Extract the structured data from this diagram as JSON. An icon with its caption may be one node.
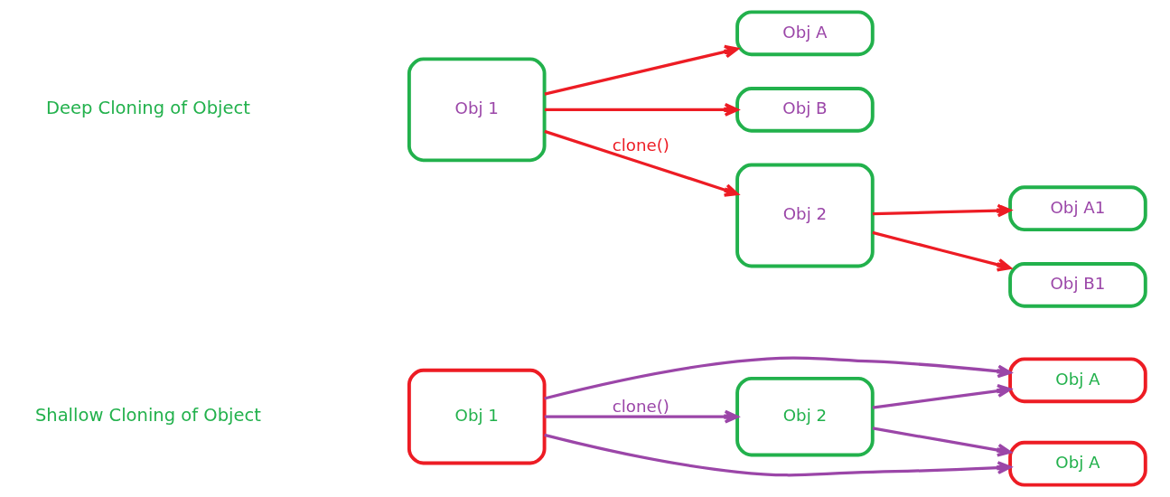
{
  "diagram": {
    "nodes": [
      {
        "text": [
          "Obj 1"
        ]
      },
      {
        "text": [
          "Obj A"
        ]
      },
      {
        "text": [
          "Obj A"
        ]
      },
      {
        "text": [
          "Obj 2"
        ]
      },
      {
        "text": [
          "Obj 1"
        ]
      },
      {
        "text": [
          "Obj A"
        ]
      },
      {
        "text": [
          "Obj B"
        ]
      },
      {
        "text": [
          "Obj 2"
        ]
      },
      {
        "text": [
          "Obj A1"
        ]
      },
      {
        "text": [
          "Obj B1"
        ]
      }
    ],
    "edges": [
      {
        "from": 0,
        "to": 1,
        "arrow": "to",
        "color": "#9b46a8"
      },
      {
        "from": 0,
        "to": 3,
        "arrow": "to",
        "label": "clone()",
        "color": "#9b46a8"
      },
      {
        "from": 0,
        "to": 2,
        "arrow": "to",
        "color": "#9b46a8"
      },
      {
        "from": 3,
        "to": 1,
        "arrow": "to",
        "color": "#9b46a8"
      },
      {
        "from": 3,
        "to": 2,
        "arrow": "to",
        "color": "#9b46a8"
      },
      {
        "from": 4,
        "to": 5,
        "arrow": "to",
        "color": "#ed1c24"
      },
      {
        "from": 4,
        "to": 7,
        "arrow": "to",
        "label": "clone()",
        "color": "#ed1c24"
      },
      {
        "from": 4,
        "to": 6,
        "arrow": "to",
        "color": "#ed1c24"
      },
      {
        "from": 7,
        "to": 8,
        "arrow": "to",
        "color": "#ed1c24"
      },
      {
        "from": 7,
        "to": 9,
        "arrow": "to",
        "color": "#ed1c24"
      }
    ],
    "labels": [
      "Shallow Cloning of Object",
      "Deep Cloning of Object"
    ]
  }
}
